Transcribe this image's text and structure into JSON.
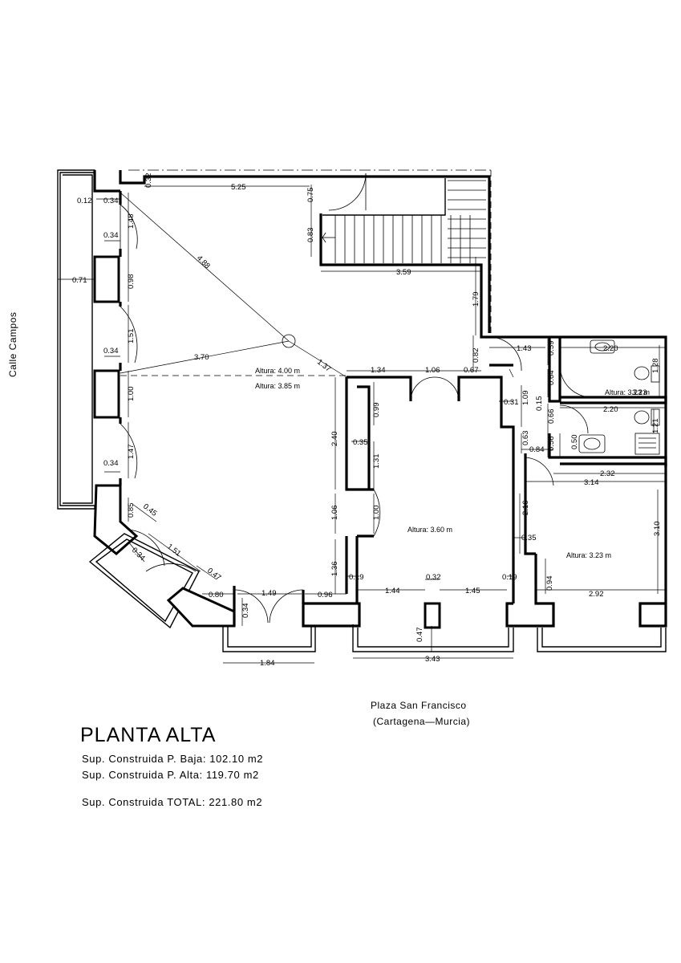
{
  "title": "PLANTA ALTA",
  "areas": {
    "ground": "Sup. Construida P. Baja: 102.10 m2",
    "upper": "Sup. Construida P. Alta: 119.70 m2",
    "total": "Sup. Construida TOTAL: 221.80 m2"
  },
  "streets": {
    "left": "Calle Campos",
    "bottom_line1": "Plaza San Francisco",
    "bottom_line2": "(Cartagena—Murcia)"
  },
  "rooms": {
    "hall_upper": "Altura: 4.00 m",
    "hall_lower": "Altura: 3.85 m",
    "central": "Altura: 3.60 m",
    "bath": "Altura: 3.23 m",
    "right_room": "Altura: 3.23 m"
  },
  "dimensions": [
    "0.32",
    "5.25",
    "0.75",
    "0.83",
    "0.12",
    "0.34",
    "0.34",
    "1.48",
    "4.88",
    "0.71",
    "0.98",
    "1.51",
    "0.34",
    "3.70",
    "1.37",
    "1.00",
    "1.47",
    "0.34",
    "0.85",
    "0.45",
    "0.34",
    "1.51",
    "0.47",
    "0.80",
    "1.49",
    "0.34",
    "0.96",
    "1.84",
    "3.59",
    "1.79",
    "0.82",
    "1.43",
    "0.59",
    "2.20",
    "1.28",
    "0.64",
    "0.15",
    "1.34",
    "1.06",
    "0.67",
    "0.99",
    "1.09",
    "0.31",
    "3.23",
    "0.66",
    "2.20",
    "1.21",
    "0.56",
    "0.50",
    "0.63",
    "0.84",
    "0.35",
    "2.40",
    "1.31",
    "1.06",
    "1.00",
    "2.32",
    "3.14",
    "2.16",
    "3.10",
    "0.35",
    "1.36",
    "0.19",
    "0.32",
    "0.19",
    "1.44",
    "1.45",
    "0.94",
    "2.92",
    "0.47",
    "3.43"
  ]
}
